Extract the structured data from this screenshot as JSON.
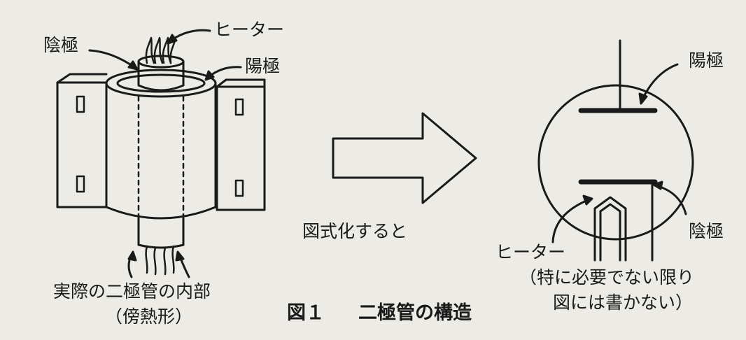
{
  "left": {
    "label_cathode": "陰極",
    "label_heater": "ヒーター",
    "label_anode": "陽極",
    "caption_line1": "実際の二極管の内部",
    "caption_line2": "（傍熱形）"
  },
  "middle": {
    "arrow_label": "図式化すると"
  },
  "right": {
    "label_anode": "陽極",
    "label_cathode": "陰極",
    "label_heater": "ヒーター",
    "note_line1": "（特に必要でない限り",
    "note_line2": "図には書かない）"
  },
  "figure_caption": {
    "number": "図１",
    "title": "二極管の構造"
  }
}
